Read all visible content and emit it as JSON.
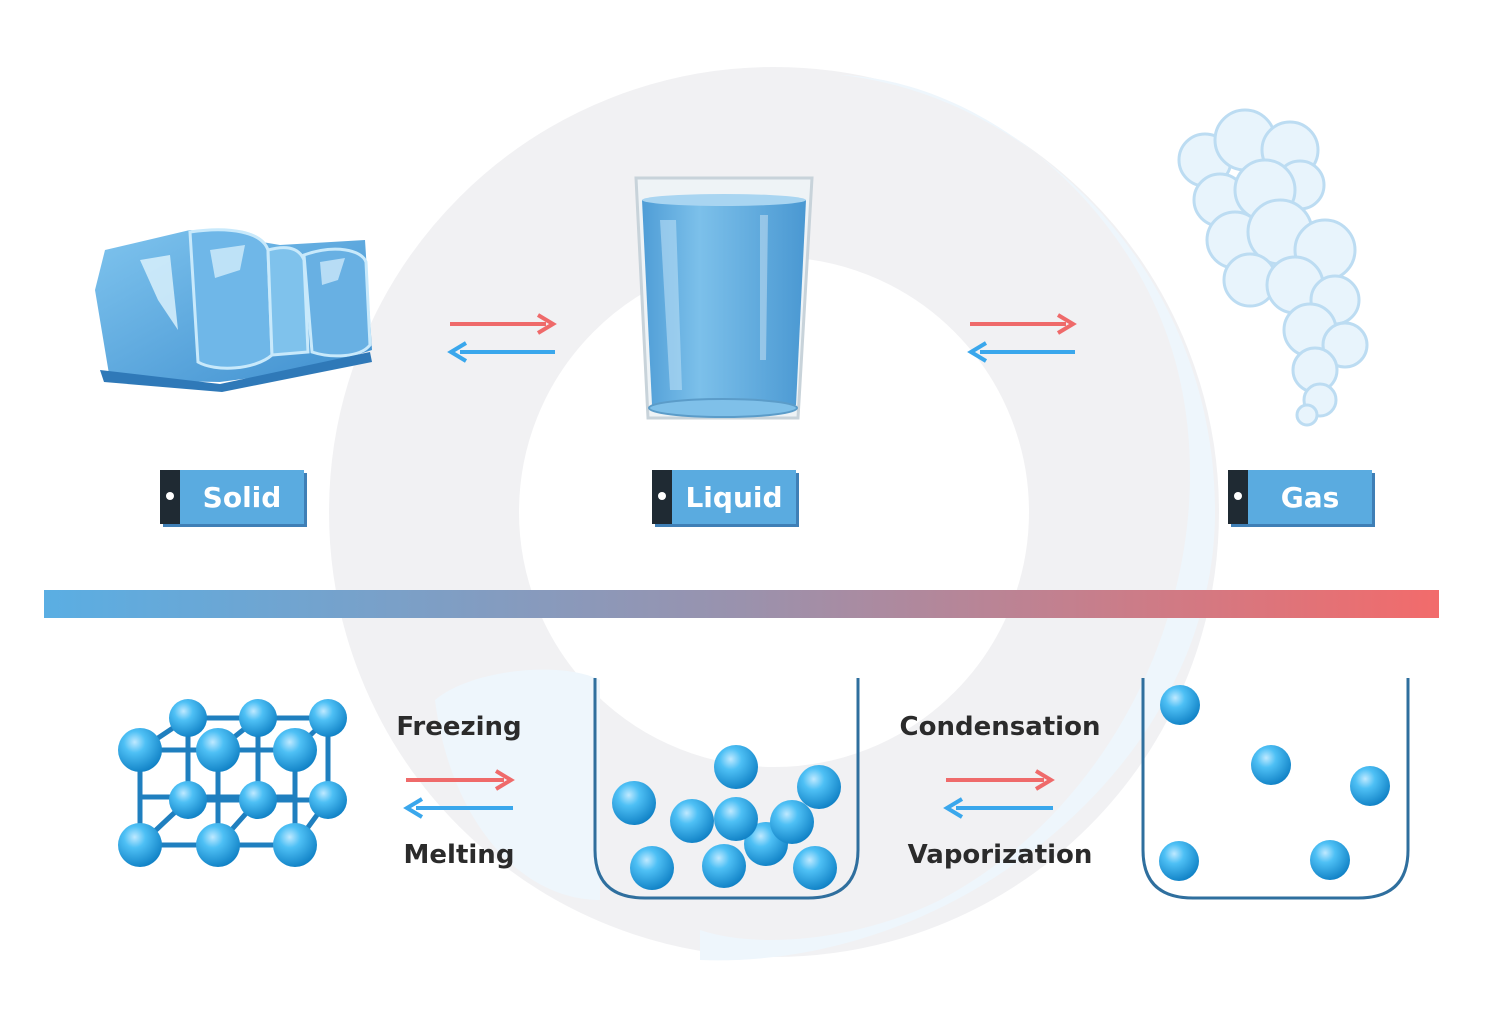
{
  "states": {
    "solid": "Solid",
    "liquid": "Liquid",
    "gas": "Gas"
  },
  "processes": {
    "freezing": "Freezing",
    "melting": "Melting",
    "condensation": "Condensation",
    "vaporization": "Vaporization"
  },
  "colors": {
    "cold_arrow": "#3aa7ec",
    "hot_arrow": "#ef6a6a",
    "gradient_start": "#5aaee3",
    "gradient_end": "#f26b6b",
    "label_fill": "#5aabe0",
    "label_tab": "#1f2a33",
    "particle": "#2ea8e6",
    "container_stroke": "#2f6f9e"
  },
  "icons": {
    "solid": "ice-cubes-icon",
    "liquid": "glass-of-water-icon",
    "gas": "steam-cloud-icon"
  }
}
